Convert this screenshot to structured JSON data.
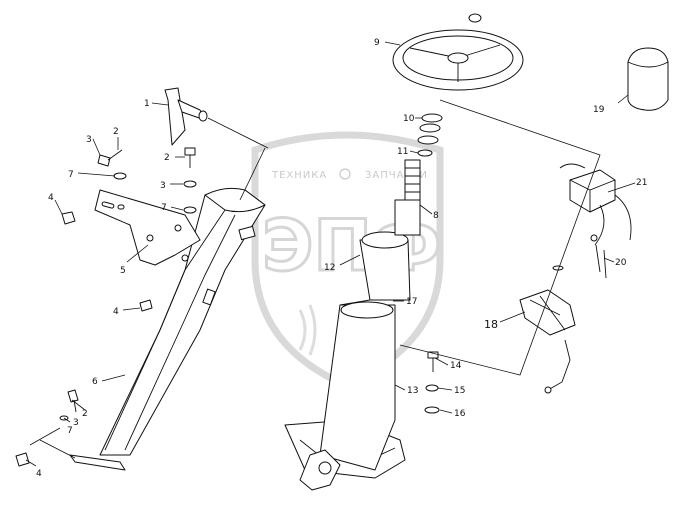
{
  "watermark": {
    "left_word": "ТЕХНИКА",
    "right_word": "ЗАПЧАСТИ",
    "logo_letters": "ЭПФ"
  },
  "callouts": [
    {
      "id": "c1",
      "label": "1"
    },
    {
      "id": "c2a",
      "label": "2"
    },
    {
      "id": "c3a",
      "label": "3"
    },
    {
      "id": "c2b",
      "label": "2"
    },
    {
      "id": "c3b",
      "label": "3"
    },
    {
      "id": "c7a",
      "label": "7"
    },
    {
      "id": "c7b",
      "label": "7"
    },
    {
      "id": "c4a",
      "label": "4"
    },
    {
      "id": "c5",
      "label": "5"
    },
    {
      "id": "c4b",
      "label": "4"
    },
    {
      "id": "c6",
      "label": "6"
    },
    {
      "id": "c2c",
      "label": "2"
    },
    {
      "id": "c3c",
      "label": "3"
    },
    {
      "id": "c7c",
      "label": "7"
    },
    {
      "id": "c4c",
      "label": "4"
    },
    {
      "id": "c9",
      "label": "9"
    },
    {
      "id": "c10",
      "label": "10"
    },
    {
      "id": "c11",
      "label": "11"
    },
    {
      "id": "c8",
      "label": "8"
    },
    {
      "id": "c12",
      "label": "12"
    },
    {
      "id": "c17",
      "label": "17"
    },
    {
      "id": "c13",
      "label": "13"
    },
    {
      "id": "c14",
      "label": "14"
    },
    {
      "id": "c15",
      "label": "15"
    },
    {
      "id": "c16",
      "label": "16"
    },
    {
      "id": "c19",
      "label": "19"
    },
    {
      "id": "c21",
      "label": "21"
    },
    {
      "id": "c20",
      "label": "20"
    },
    {
      "id": "c18",
      "label": "18"
    }
  ]
}
